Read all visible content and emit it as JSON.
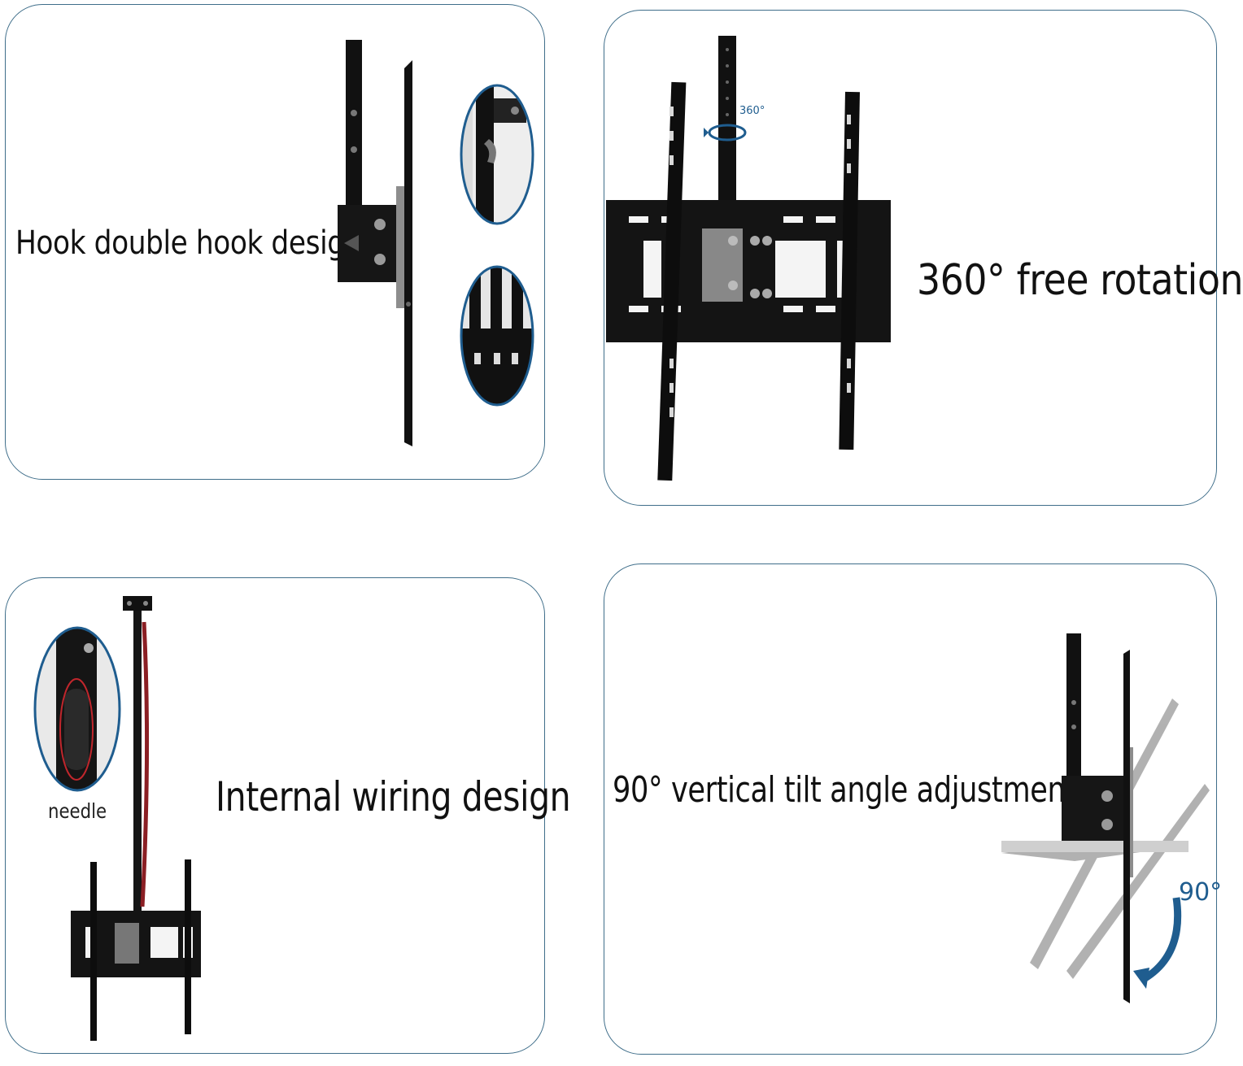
{
  "panels": {
    "hook": {
      "caption": "Hook double hook design"
    },
    "rotation": {
      "caption": "360°   free rotation",
      "badge": "360°"
    },
    "wiring": {
      "caption": "Internal wiring design",
      "inset_label": "needle"
    },
    "tilt": {
      "caption": "90°   vertical tilt angle adjustment",
      "angle_label": "90°"
    }
  },
  "colors": {
    "border": "#3f6e8a",
    "metal": "#111111",
    "accent_blue": "#1f5d8f",
    "cable_red": "#8b1f24"
  }
}
